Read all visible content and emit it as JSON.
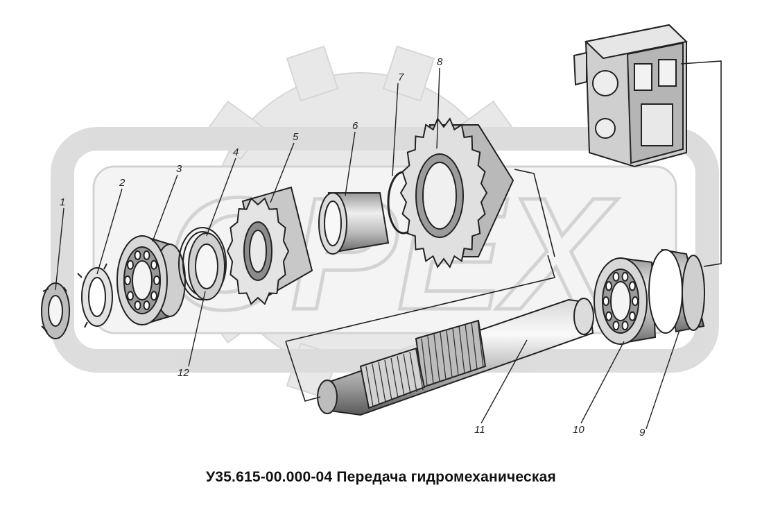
{
  "caption": "У35.615-00.000-04 Передача гидромеханическая",
  "watermark": "OPEX",
  "callouts": [
    "1",
    "2",
    "3",
    "4",
    "5",
    "6",
    "7",
    "8",
    "9",
    "10",
    "11",
    "12"
  ],
  "colors": {
    "line": "#222222",
    "part_fill": "#d6d6d6",
    "part_dark": "#7a7a7a",
    "watermark": "#dcdcdc"
  }
}
